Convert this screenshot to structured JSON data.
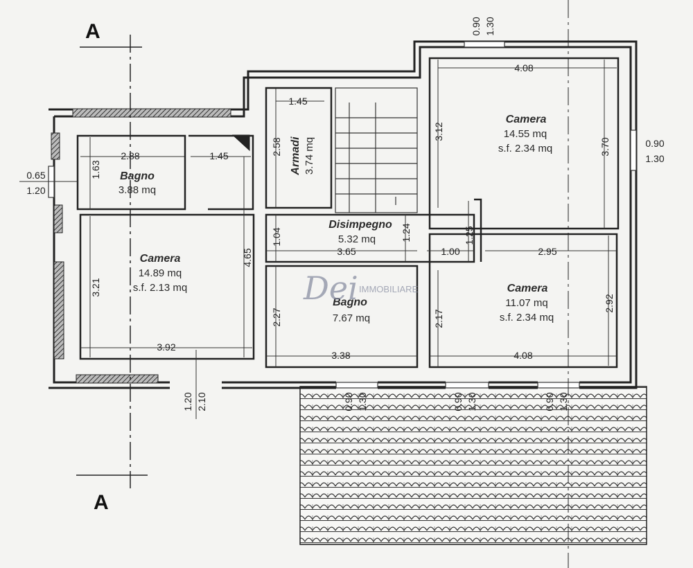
{
  "section_label": "A",
  "watermark": {
    "brand": "Dei",
    "sub": "IMMOBILIARE"
  },
  "rooms": [
    {
      "name": "Bagno",
      "area": "3.88 mq",
      "sf": ""
    },
    {
      "name": "Camera",
      "area": "14.89 mq",
      "sf": "s.f. 2.13 mq"
    },
    {
      "name": "Armadi",
      "area": "3.74 mq",
      "sf": ""
    },
    {
      "name": "Disimpegno",
      "area": "5.32 mq",
      "sf": ""
    },
    {
      "name": "Bagno",
      "area": "7.67 mq",
      "sf": ""
    },
    {
      "name": "Camera",
      "area": "14.55 mq",
      "sf": "s.f. 2.34 mq"
    },
    {
      "name": "Camera",
      "area": "11.07 mq",
      "sf": "s.f. 2.34 mq"
    }
  ],
  "dimensions": [
    "2.88",
    "1.63",
    "1.45",
    "1.45",
    "2.58",
    "0.65",
    "1.20",
    "3.21",
    "4.65",
    "3.92",
    "1.04",
    "1.24",
    "3.65",
    "1.00",
    "1.25",
    "2.27",
    "3.38",
    "0.90",
    "1.30",
    "4.08",
    "3.12",
    "3.70",
    "0.90",
    "1.30",
    "2.95",
    "2.17",
    "2.92",
    "4.08",
    "1.20",
    "2.10",
    "0.90",
    "1.30",
    "0.90",
    "1.30",
    "0.90",
    "1.30"
  ]
}
